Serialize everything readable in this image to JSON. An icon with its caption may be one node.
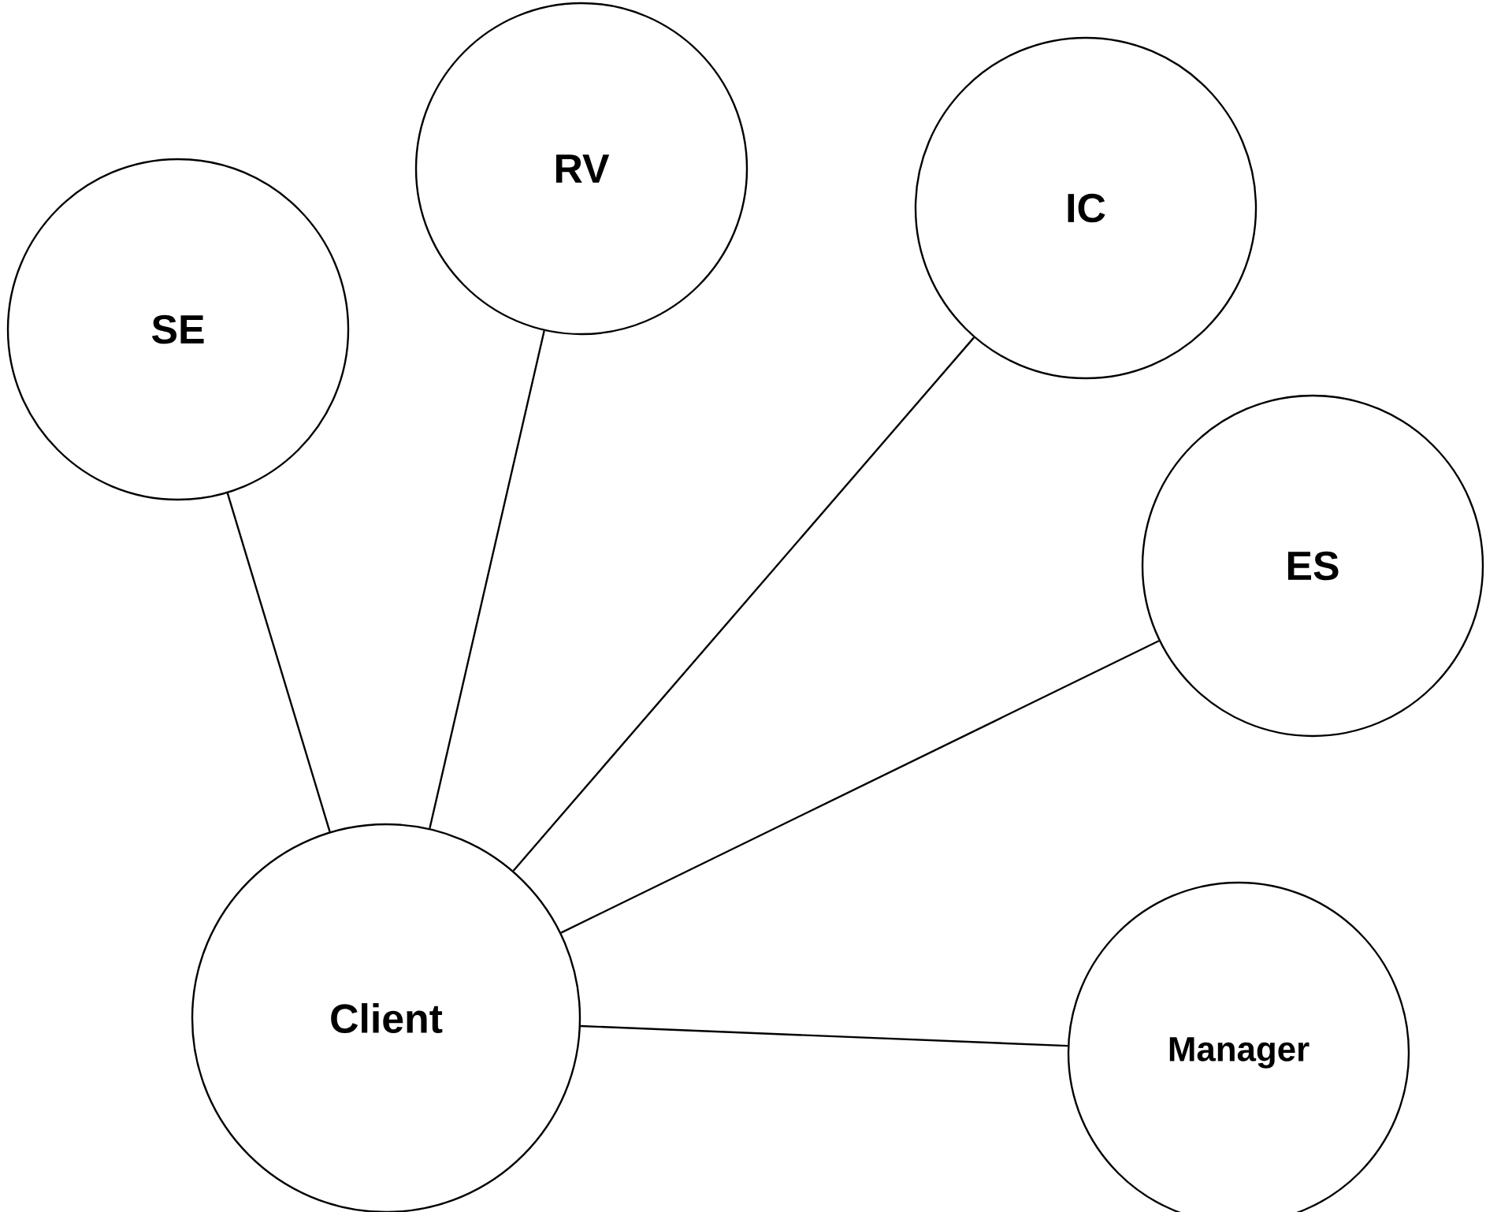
{
  "diagram": {
    "nodes": [
      {
        "text": [
          "SE"
        ]
      },
      {
        "text": [
          "RV"
        ]
      },
      {
        "text": [
          "IC"
        ]
      },
      {
        "text": [
          "ES"
        ]
      },
      {
        "text": [
          "Client"
        ]
      },
      {
        "text": [
          "Manager"
        ]
      }
    ],
    "edges": [
      {
        "from": 4,
        "to": 0,
        "arrow": "none"
      },
      {
        "from": 4,
        "to": 1,
        "arrow": "none"
      },
      {
        "from": 4,
        "to": 2,
        "arrow": "none"
      },
      {
        "from": 4,
        "to": 3,
        "arrow": "none"
      },
      {
        "from": 4,
        "to": 5,
        "arrow": "none"
      }
    ]
  }
}
